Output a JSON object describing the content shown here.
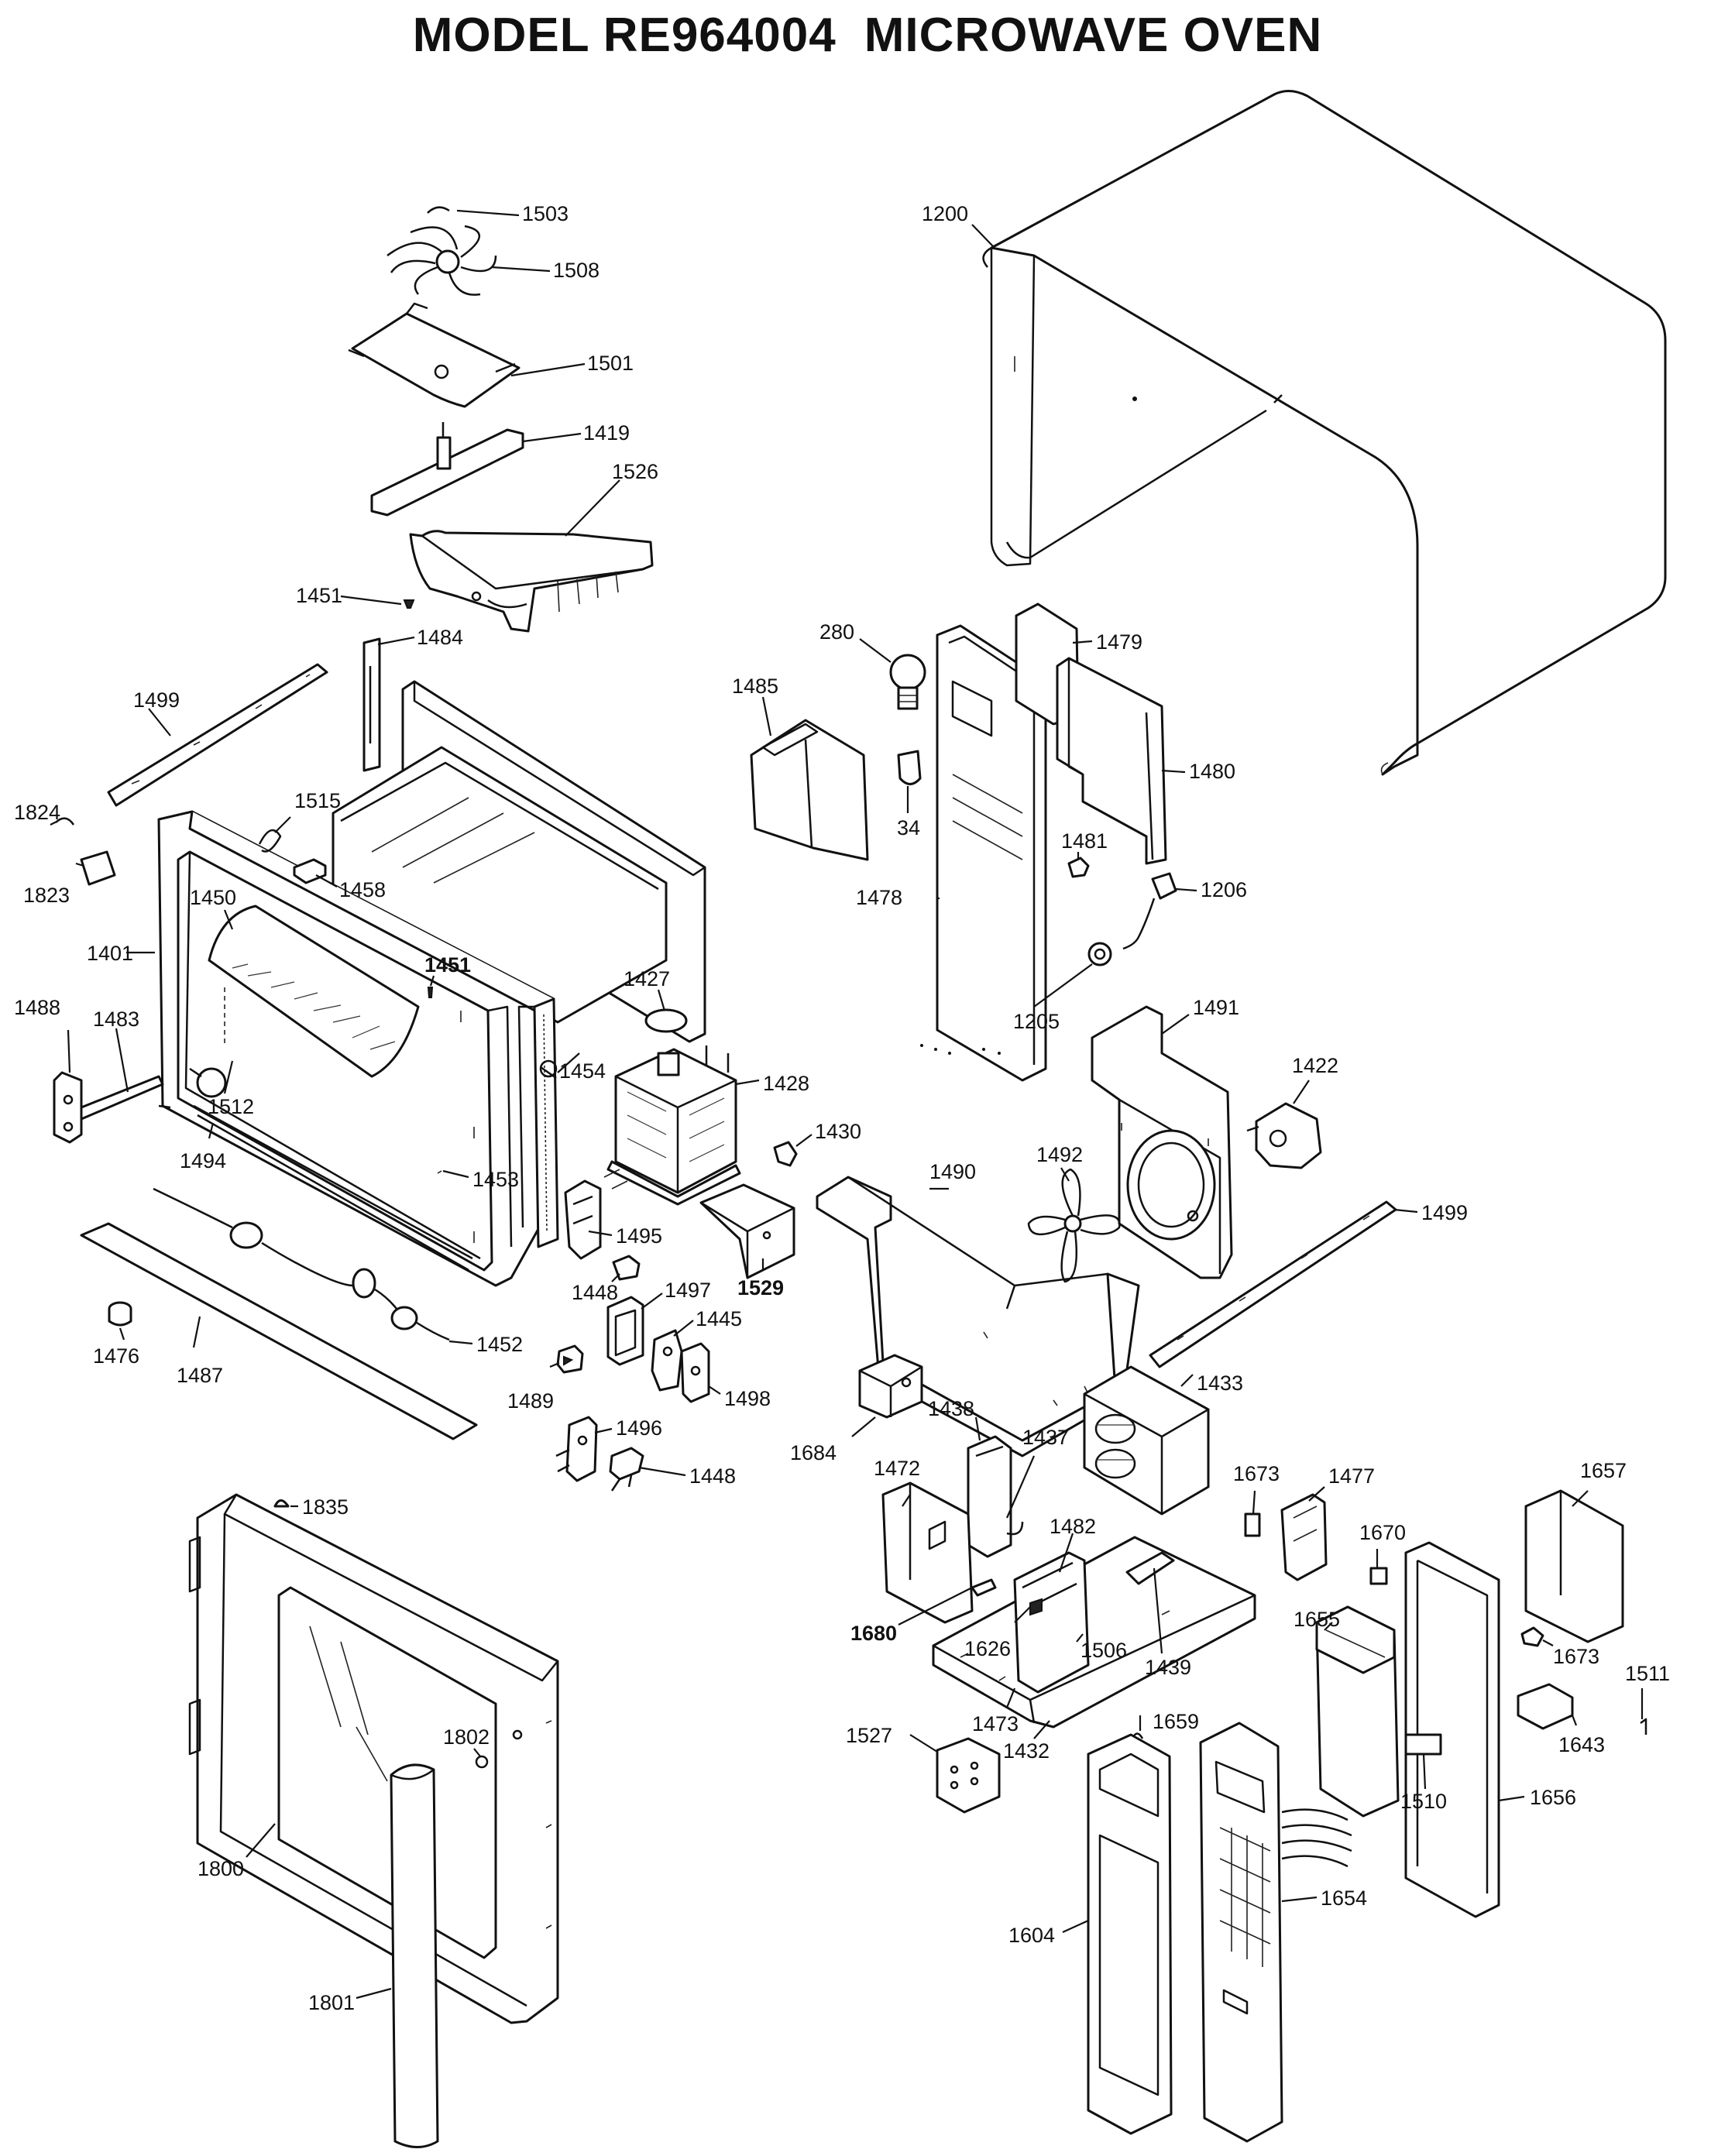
{
  "title": {
    "model": "MODEL RE964004",
    "product": "MICROWAVE OVEN"
  },
  "parts": {
    "p1503": "1503",
    "p1508": "1508",
    "p1501": "1501",
    "p1419": "1419",
    "p1526": "1526",
    "p1451a": "1451",
    "p1484": "1484",
    "p1499a": "1499",
    "p1824": "1824",
    "p1823": "1823",
    "p1515": "1515",
    "p1458": "1458",
    "p1450": "1450",
    "p1401": "1401",
    "p1451b": "1451",
    "p1488": "1488",
    "p1483": "1483",
    "p1512": "1512",
    "p1427": "1427",
    "p1454": "1454",
    "p1428": "1428",
    "p1494": "1494",
    "p1453": "1453",
    "p1430": "1430",
    "p1495": "1495",
    "p1529": "1529",
    "p1448a": "1448",
    "p1497": "1497",
    "p1445": "1445",
    "p1476": "1476",
    "p1487": "1487",
    "p1452": "1452",
    "p1489": "1489",
    "p1498": "1498",
    "p1496": "1496",
    "p1448b": "1448",
    "p1200": "1200",
    "p280": "280",
    "p1479": "1479",
    "p1485": "1485",
    "p1480": "1480",
    "p34": "34",
    "p1481": "1481",
    "p1478": "1478",
    "p1206": "1206",
    "p1205": "1205",
    "p1491": "1491",
    "p1422": "1422",
    "p1492": "1492",
    "p1490": "1490",
    "p1499b": "1499",
    "p1433": "1433",
    "p1684": "1684",
    "p1438": "1438",
    "p1437": "1437",
    "p1673a": "1673",
    "p1477": "1477",
    "p1657": "1657",
    "p1472": "1472",
    "p1482": "1482",
    "p1670": "1670",
    "p1680": "1680",
    "p1626": "1626",
    "p1506": "1506",
    "p1439": "1439",
    "p1655": "1655",
    "p1673b": "1673",
    "p1511": "1511",
    "p1473": "1473",
    "p1659": "1659",
    "p1527": "1527",
    "p1432": "1432",
    "p1643": "1643",
    "p1510": "1510",
    "p1656": "1656",
    "p1654": "1654",
    "p1604": "1604",
    "p1835": "1835",
    "p1802": "1802",
    "p1800": "1800",
    "p1801": "1801"
  }
}
